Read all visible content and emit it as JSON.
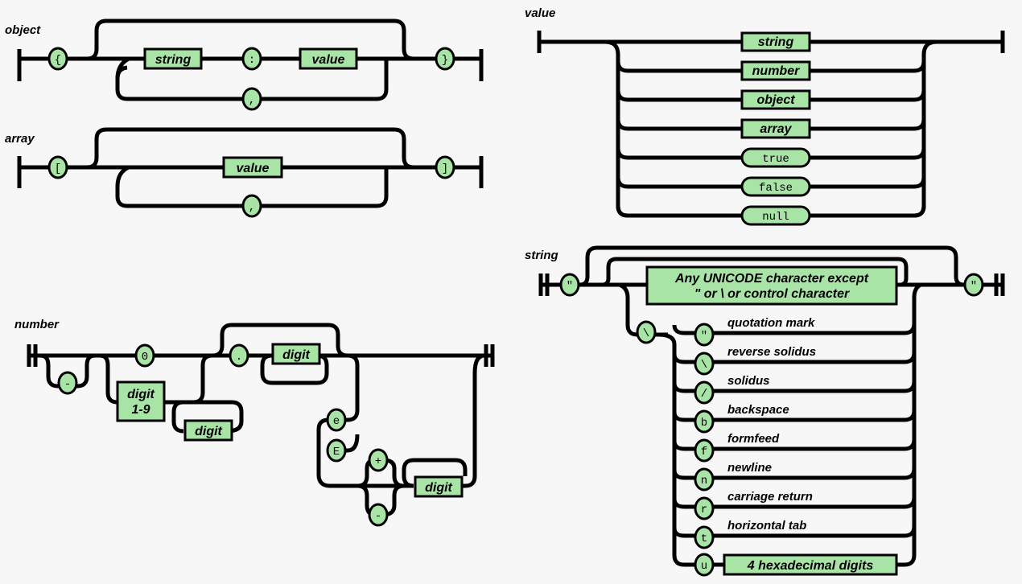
{
  "colors": {
    "node_fill": "#a9e4a7",
    "line": "#000000",
    "background": "#f7f7f7"
  },
  "object": {
    "title": "object",
    "open": "{",
    "close": "}",
    "string": "string",
    "colon": ":",
    "value": "value",
    "comma": ","
  },
  "array": {
    "title": "array",
    "open": "[",
    "close": "]",
    "value": "value",
    "comma": ","
  },
  "value": {
    "title": "value",
    "options": [
      "string",
      "number",
      "object",
      "array",
      "true",
      "false",
      "null"
    ]
  },
  "string": {
    "title": "string",
    "quote": "\"",
    "any_char_line1": "Any UNICODE character except",
    "any_char_line2": "\"  or  \\  or control character",
    "backslash": "\\",
    "escapes": [
      {
        "char": "\"",
        "desc": "quotation mark"
      },
      {
        "char": "\\",
        "desc": "reverse solidus"
      },
      {
        "char": "/",
        "desc": "solidus"
      },
      {
        "char": "b",
        "desc": "backspace"
      },
      {
        "char": "f",
        "desc": "formfeed"
      },
      {
        "char": "n",
        "desc": "newline"
      },
      {
        "char": "r",
        "desc": "carriage return"
      },
      {
        "char": "t",
        "desc": "horizontal tab"
      },
      {
        "char": "u",
        "desc": ""
      }
    ],
    "hex": "4 hexadecimal digits"
  },
  "number": {
    "title": "number",
    "minus": "-",
    "zero": "0",
    "digit19_line1": "digit",
    "digit19_line2": "1-9",
    "digit": "digit",
    "dot": ".",
    "e_lower": "e",
    "e_upper": "E",
    "plus": "+",
    "minus2": "-"
  }
}
